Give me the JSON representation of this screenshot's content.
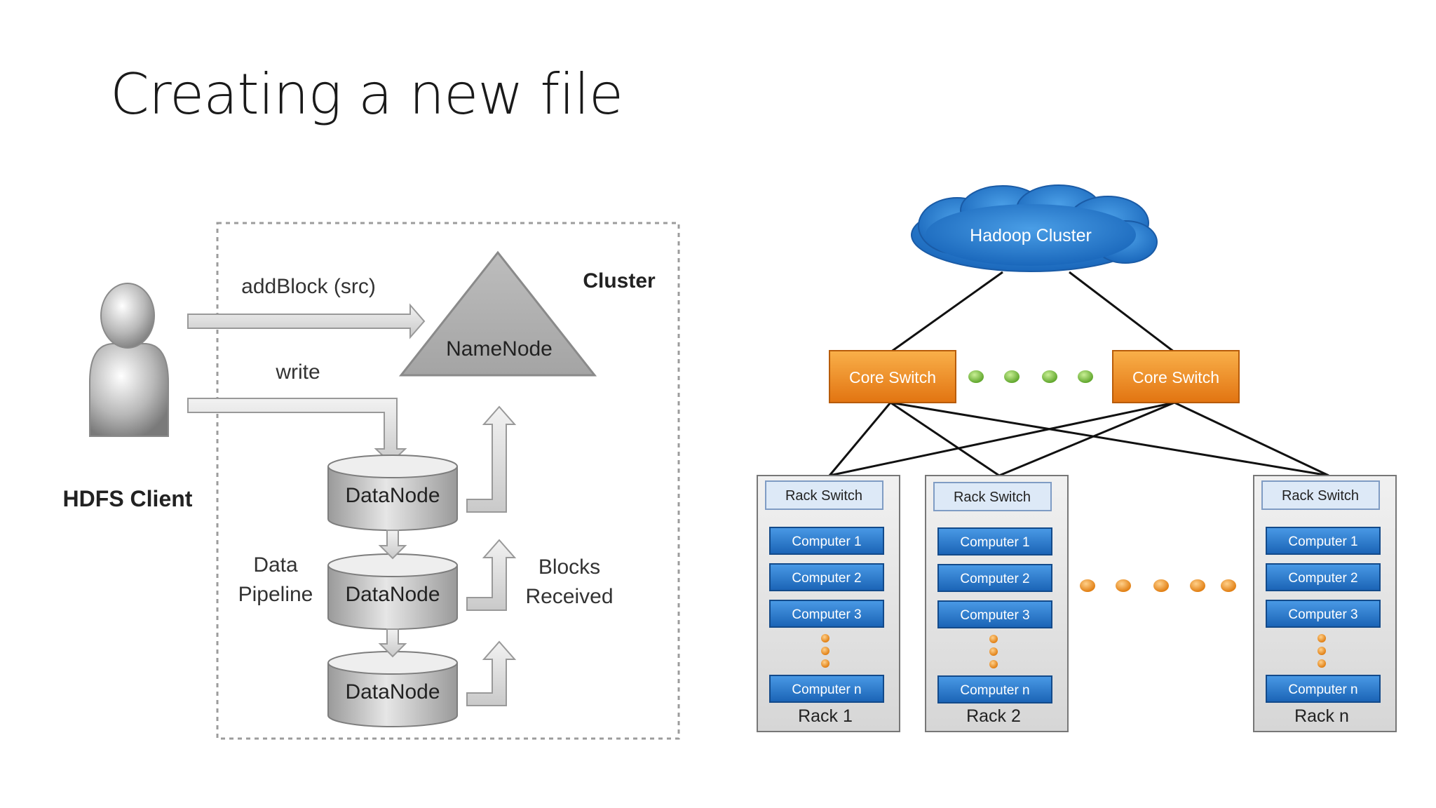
{
  "slide": {
    "title": "Creating a new file"
  },
  "hdfs_write": {
    "client_label": "HDFS Client",
    "cluster_label": "Cluster",
    "namenode_label": "NameNode",
    "add_block_label": "addBlock (src)",
    "write_label": "write",
    "datanode_labels": [
      "DataNode",
      "DataNode",
      "DataNode"
    ],
    "pipeline_label_line1": "Data",
    "pipeline_label_line2": "Pipeline",
    "blocks_label_line1": "Blocks",
    "blocks_label_line2": "Received"
  },
  "topology": {
    "cloud_label": "Hadoop Cluster",
    "core_switches": [
      "Core Switch",
      "Core Switch"
    ],
    "racks": [
      {
        "switch_label": "Rack Switch",
        "computers": [
          "Computer 1",
          "Computer 2",
          "Computer 3"
        ],
        "last_computer": "Computer n",
        "rack_label": "Rack 1"
      },
      {
        "switch_label": "Rack Switch",
        "computers": [
          "Computer 1",
          "Computer 2",
          "Computer 3"
        ],
        "last_computer": "Computer n",
        "rack_label": "Rack 2"
      },
      {
        "switch_label": "Rack Switch",
        "computers": [
          "Computer 1",
          "Computer 2",
          "Computer 3"
        ],
        "last_computer": "Computer n",
        "rack_label": "Rack n"
      }
    ],
    "colors": {
      "core_switch": "#f08a1f",
      "computer": "#2f7fd1",
      "rack_switch": "#dde9f7",
      "green_dot": "#7cc143",
      "orange_dot": "#f29a21"
    }
  }
}
